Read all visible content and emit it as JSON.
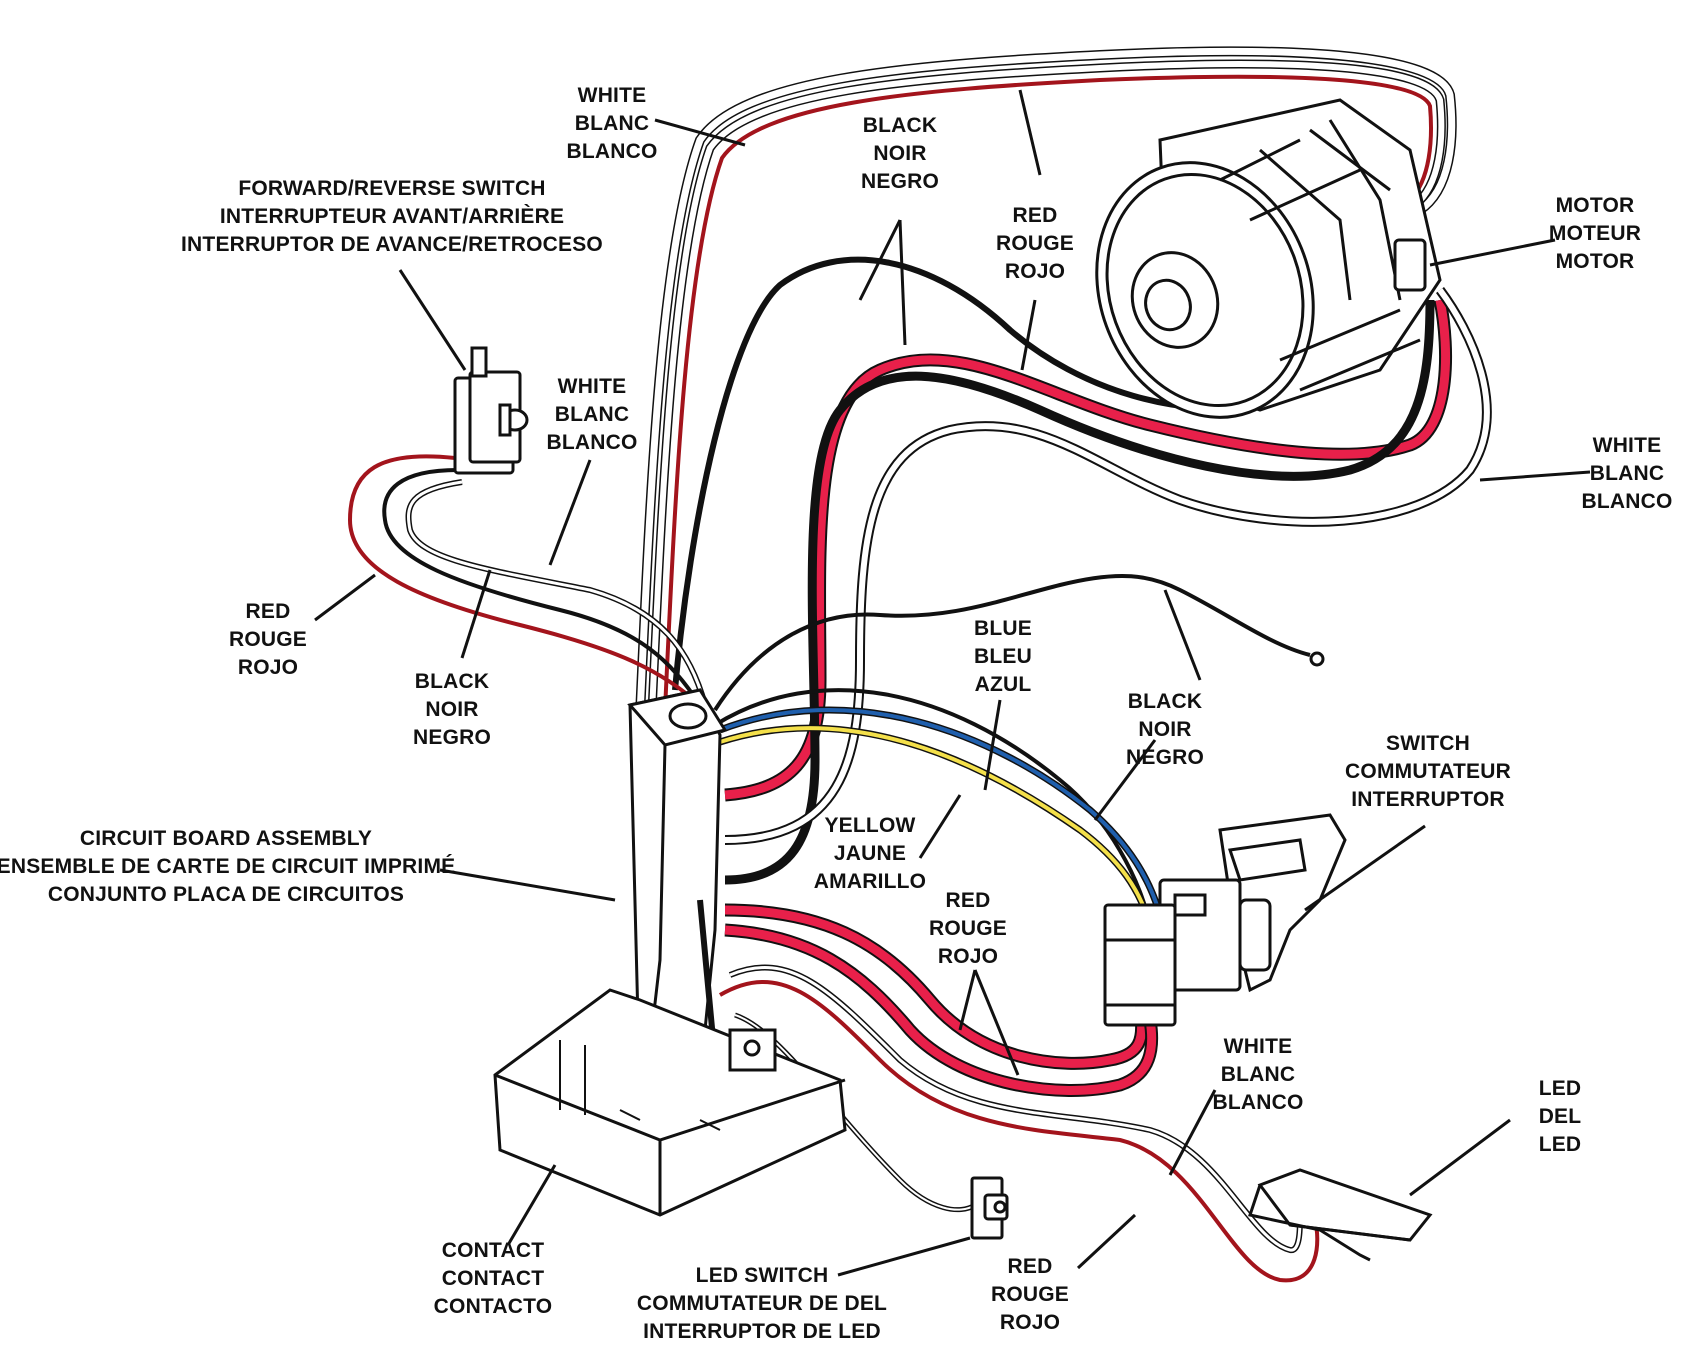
{
  "labels": {
    "white_top": [
      "WHITE",
      "BLANC",
      "BLANCO"
    ],
    "black_top": [
      "BLACK",
      "NOIR",
      "NEGRO"
    ],
    "red_top": [
      "RED",
      "ROUGE",
      "ROJO"
    ],
    "motor": [
      "MOTOR",
      "MOTEUR",
      "MOTOR"
    ],
    "fr_switch": [
      "FORWARD/REVERSE SWITCH",
      "INTERRUPTEUR AVANT/ARRIÈRE",
      "INTERRUPTOR DE AVANCE/RETROCESO"
    ],
    "white_left": [
      "WHITE",
      "BLANC",
      "BLANCO"
    ],
    "white_right": [
      "WHITE",
      "BLANC",
      "BLANCO"
    ],
    "red_left": [
      "RED",
      "ROUGE",
      "ROJO"
    ],
    "black_left": [
      "BLACK",
      "NOIR",
      "NEGRO"
    ],
    "blue": [
      "BLUE",
      "BLEU",
      "AZUL"
    ],
    "black_mid": [
      "BLACK",
      "NOIR",
      "NEGRO"
    ],
    "switch": [
      "SWITCH",
      "COMMUTATEUR",
      "INTERRUPTOR"
    ],
    "circuit_board": [
      "CIRCUIT BOARD ASSEMBLY",
      "ENSEMBLE DE CARTE DE CIRCUIT IMPRIMÉ",
      "CONJUNTO PLACA DE CIRCUITOS"
    ],
    "yellow": [
      "YELLOW",
      "JAUNE",
      "AMARILLO"
    ],
    "red_mid": [
      "RED",
      "ROUGE",
      "ROJO"
    ],
    "white_bottom": [
      "WHITE",
      "BLANC",
      "BLANCO"
    ],
    "led": [
      "LED",
      "DEL",
      "LED"
    ],
    "contact": [
      "CONTACT",
      "CONTACT",
      "CONTACTO"
    ],
    "led_switch": [
      "LED SWITCH",
      "COMMUTATEUR DE DEL",
      "INTERRUPTOR DE LED"
    ],
    "red_bottom": [
      "RED",
      "ROUGE",
      "ROJO"
    ]
  },
  "colors": {
    "black_wire": "#111111",
    "red_wire": "#e8204a",
    "dark_red_wire": "#a3141c",
    "blue_wire": "#1f5fad",
    "yellow_wire": "#f4e04a",
    "outline": "#111111"
  }
}
